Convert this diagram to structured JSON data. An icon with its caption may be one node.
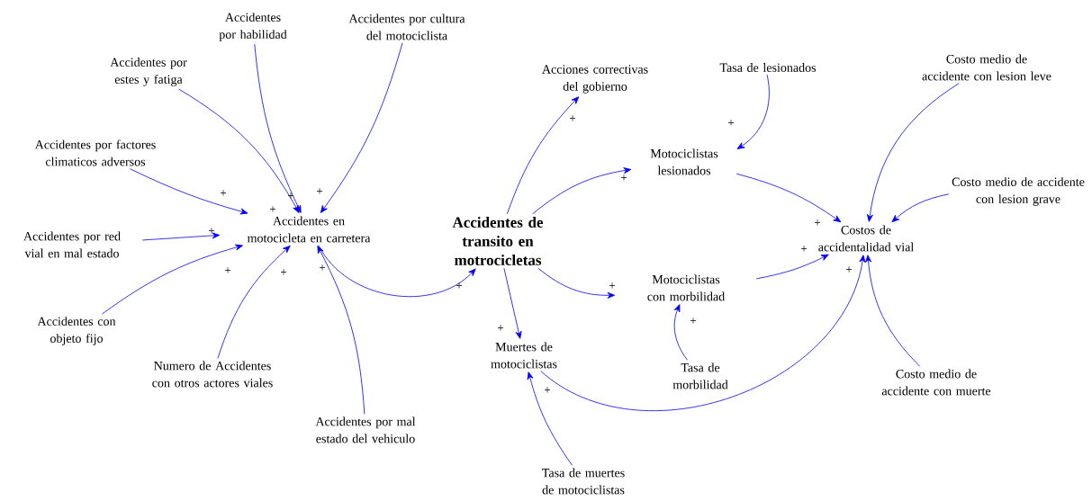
{
  "diagram": {
    "nodes": [
      {
        "text": [
          "Accidentes por habilidad"
        ]
      },
      {
        "text": [
          "Accidentes por cultura del motociclista"
        ]
      },
      {
        "text": [
          "Accidentes por estes y fatiga"
        ]
      },
      {
        "text": [
          "Accidentes por factores climaticos adversos"
        ]
      },
      {
        "text": [
          "Accidentes por red vial en mal estado"
        ]
      },
      {
        "text": [
          "Accidentes con objeto fijo"
        ]
      },
      {
        "text": [
          "Numero de Accidentes con otros actores viales"
        ]
      },
      {
        "text": [
          "Accidentes por mal estado del vehiculo"
        ]
      },
      {
        "text": [
          "Accidentes en motocicleta en carretera"
        ]
      },
      {
        "text": [
          "Accidentes de transito en motrocicletas"
        ]
      },
      {
        "text": [
          "Acciones correctivas del gobierno"
        ]
      },
      {
        "text": [
          "Tasa de lesionados"
        ]
      },
      {
        "text": [
          "Motociclistas lesionados"
        ]
      },
      {
        "text": [
          "Costo medio de accidente con lesion leve"
        ]
      },
      {
        "text": [
          "Costo medio de accidente con lesion grave"
        ]
      },
      {
        "text": [
          "Costos de accidentalidad vial"
        ]
      },
      {
        "text": [
          "Motociclistas con morbilidad"
        ]
      },
      {
        "text": [
          "Muertes de motociclistas"
        ]
      },
      {
        "text": [
          "Tasa de morbilidad"
        ]
      },
      {
        "text": [
          "Costo medio de accidente con muerte"
        ]
      },
      {
        "text": [
          "Tasa de muertes de motociclistas"
        ]
      }
    ],
    "edges": [
      {
        "from": 0,
        "to": 8,
        "arrow": "to",
        "label": "+"
      },
      {
        "from": 1,
        "to": 8,
        "arrow": "to",
        "label": "+"
      },
      {
        "from": 2,
        "to": 8,
        "arrow": "to",
        "label": "+"
      },
      {
        "from": 3,
        "to": 8,
        "arrow": "to",
        "label": "+"
      },
      {
        "from": 4,
        "to": 8,
        "arrow": "to",
        "label": "+"
      },
      {
        "from": 5,
        "to": 8,
        "arrow": "to",
        "label": "+"
      },
      {
        "from": 6,
        "to": 8,
        "arrow": "to",
        "label": "+"
      },
      {
        "from": 7,
        "to": 8,
        "arrow": "to",
        "label": "+"
      },
      {
        "from": 8,
        "to": 9,
        "arrow": "to",
        "label": "+"
      },
      {
        "from": 9,
        "to": 10,
        "arrow": "to",
        "label": "+"
      },
      {
        "from": 9,
        "to": 12,
        "arrow": "to",
        "label": "+"
      },
      {
        "from": 9,
        "to": 16,
        "arrow": "to",
        "label": "+"
      },
      {
        "from": 9,
        "to": 17,
        "arrow": "to",
        "label": "+"
      },
      {
        "from": 11,
        "to": 12,
        "arrow": "to",
        "label": "+"
      },
      {
        "from": 12,
        "to": 15,
        "arrow": "to",
        "label": "+"
      },
      {
        "from": 13,
        "to": 15,
        "arrow": "to"
      },
      {
        "from": 14,
        "to": 15,
        "arrow": "to"
      },
      {
        "from": 16,
        "to": 15,
        "arrow": "to",
        "label": "+"
      },
      {
        "from": 17,
        "to": 15,
        "arrow": "to",
        "label": "+"
      },
      {
        "from": 18,
        "to": 16,
        "arrow": "to",
        "label": "+"
      },
      {
        "from": 19,
        "to": 15,
        "arrow": "to"
      },
      {
        "from": 20,
        "to": 17,
        "arrow": "to",
        "label": "+"
      }
    ]
  }
}
